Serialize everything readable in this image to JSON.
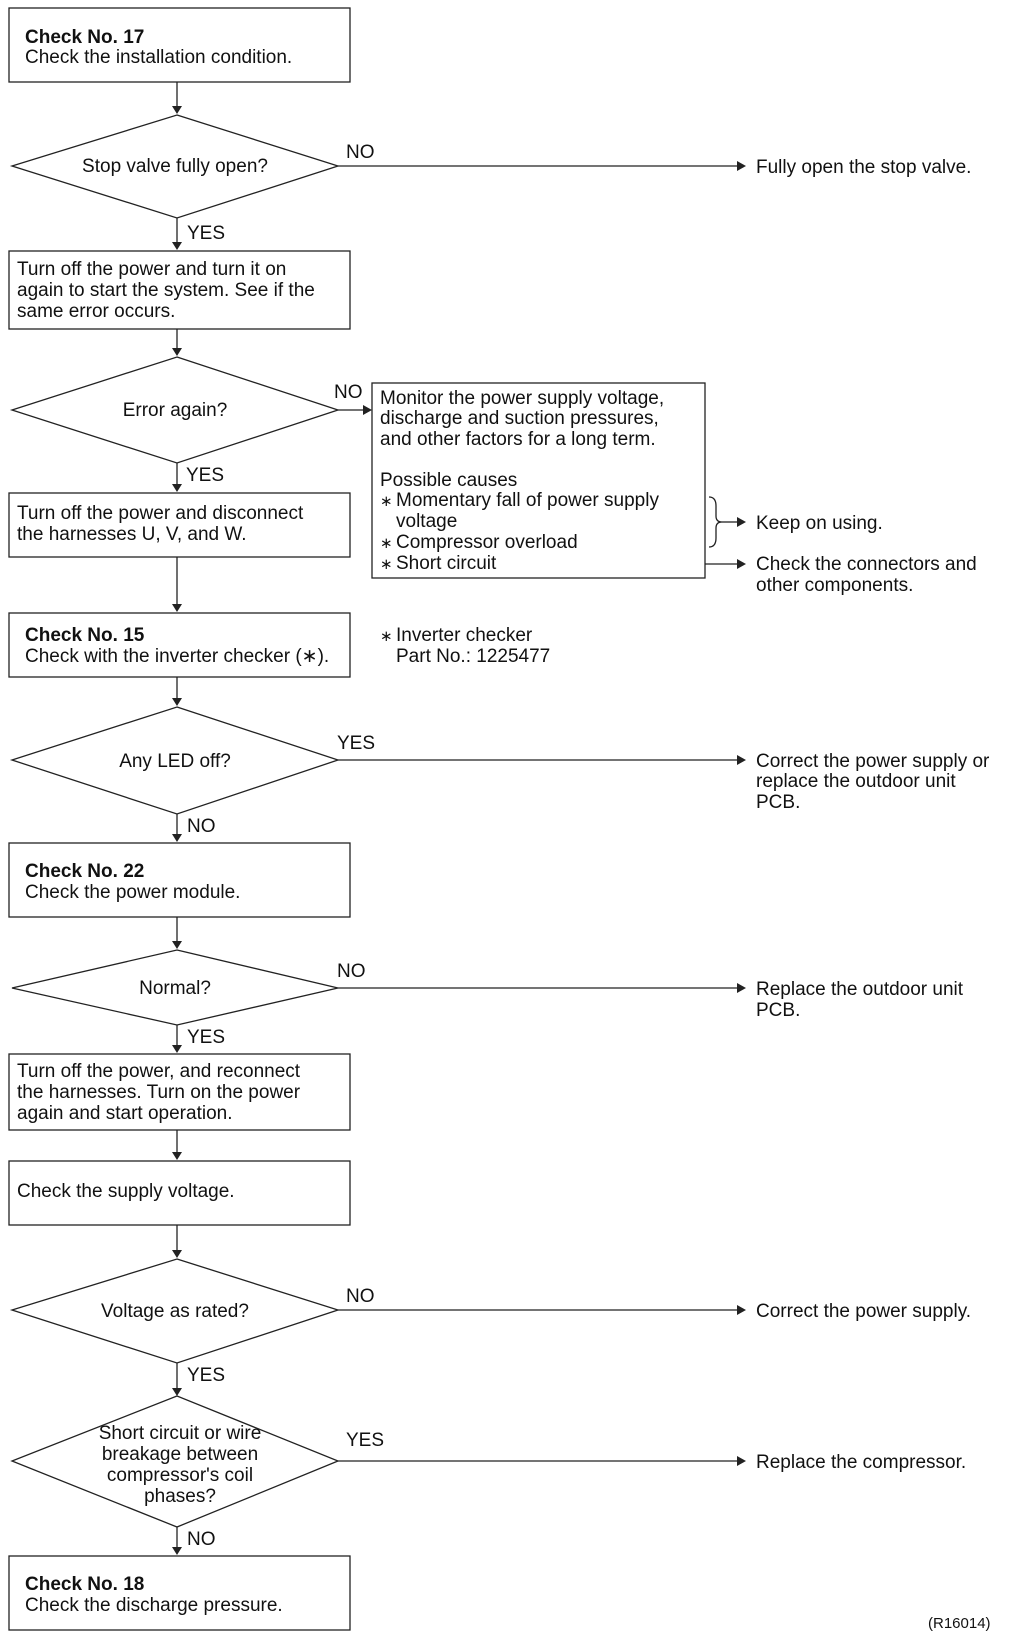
{
  "flowchart": {
    "check17": {
      "title": "Check No. 17",
      "text": "Check the installation condition."
    },
    "q_stop_valve": {
      "text": "Stop valve fully open?",
      "no_label": "NO",
      "yes_label": "YES",
      "no_result": "Fully open the stop valve."
    },
    "restart_box": {
      "lines": [
        "Turn off the power and turn it on",
        "again to start the system. See if the",
        "same error occurs."
      ]
    },
    "q_error_again": {
      "text": "Error again?",
      "no_label": "NO",
      "yes_label": "YES"
    },
    "monitor_box": {
      "lines": [
        "Monitor the power supply voltage,",
        "discharge and suction pressures,",
        "and other factors for a long term."
      ],
      "causes_title": "Possible causes",
      "causes": [
        {
          "bullet": "∗",
          "lines": [
            "Momentary fall of power supply",
            "voltage"
          ]
        },
        {
          "bullet": "∗",
          "lines": [
            "Compressor overload"
          ]
        },
        {
          "bullet": "∗",
          "lines": [
            "Short circuit"
          ]
        }
      ],
      "keep_using": "Keep on using.",
      "check_connectors": [
        "Check the connectors and",
        "other components."
      ]
    },
    "disconnect_box": {
      "lines": [
        "Turn off the power and disconnect",
        "the harnesses U, V, and W."
      ]
    },
    "check15": {
      "title": "Check No. 15",
      "text": "Check with the inverter checker (∗)."
    },
    "inverter_note": {
      "bullet": "∗",
      "lines": [
        "Inverter checker",
        "Part No.: 1225477"
      ]
    },
    "q_led": {
      "text": "Any LED off?",
      "yes_label": "YES",
      "no_label": "NO",
      "yes_result": [
        "Correct the power supply or",
        "replace the outdoor unit",
        "PCB."
      ]
    },
    "check22": {
      "title": "Check No. 22",
      "text": "Check the power module."
    },
    "q_normal": {
      "text": "Normal?",
      "no_label": "NO",
      "yes_label": "YES",
      "no_result": [
        "Replace the outdoor unit",
        "PCB."
      ]
    },
    "reconnect_box": {
      "lines": [
        "Turn off the power, and reconnect",
        "the harnesses. Turn on the power",
        "again and start operation."
      ]
    },
    "supply_box": {
      "text": "Check the supply voltage."
    },
    "q_voltage": {
      "text": "Voltage as rated?",
      "no_label": "NO",
      "yes_label": "YES",
      "no_result": "Correct the power supply."
    },
    "q_short": {
      "lines": [
        "Short circuit or wire",
        "breakage between",
        "compressor's coil",
        "phases?"
      ],
      "yes_label": "YES",
      "no_label": "NO",
      "yes_result": "Replace the compressor."
    },
    "check18": {
      "title": "Check No. 18",
      "text": "Check the discharge pressure."
    },
    "figure_ref": "(R16014)"
  }
}
